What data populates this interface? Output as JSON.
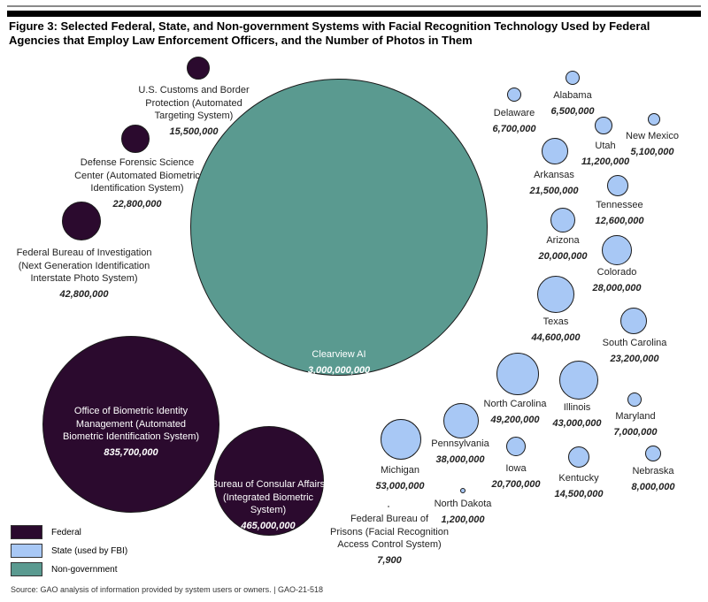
{
  "chart_data": {
    "type": "bubble",
    "title": "Figure 3: Selected Federal, State, and Non-government Systems with Facial Recognition Technology Used by Federal Agencies that Employ Law Enforcement Officers, and the Number of Photos in Them",
    "categories": [
      {
        "key": "federal",
        "label": "Federal",
        "color": "#2b0a2e"
      },
      {
        "key": "state",
        "label": "State (used by FBI)",
        "color": "#a8c8f5"
      },
      {
        "key": "nongov",
        "label": "Non-government",
        "color": "#5a9a90"
      }
    ],
    "bubbles": [
      {
        "name": "Clearview AI",
        "value_label": "3,000,000,000",
        "value": 3000000000,
        "category": "nongov"
      },
      {
        "name": "Office of Biometric Identity Management (Automated Biometric Identification System)",
        "value_label": "835,700,000",
        "value": 835700000,
        "category": "federal"
      },
      {
        "name": "Bureau of Consular Affairs (Integrated Biometric System)",
        "value_label": "465,000,000",
        "value": 465000000,
        "category": "federal"
      },
      {
        "name": "Federal Bureau of Investigation (Next Generation Identification Interstate Photo System)",
        "value_label": "42,800,000",
        "value": 42800000,
        "category": "federal"
      },
      {
        "name": "Defense Forensic Science Center (Automated Biometric Identification System)",
        "value_label": "22,800,000",
        "value": 22800000,
        "category": "federal"
      },
      {
        "name": "U.S. Customs and Border Protection (Automated Targeting System)",
        "value_label": "15,500,000",
        "value": 15500000,
        "category": "federal"
      },
      {
        "name": "Federal Bureau of Prisons (Facial Recognition Access Control System)",
        "value_label": "7,900",
        "value": 7900,
        "category": "federal"
      },
      {
        "name": "Alabama",
        "value_label": "6,500,000",
        "value": 6500000,
        "category": "state"
      },
      {
        "name": "Delaware",
        "value_label": "6,700,000",
        "value": 6700000,
        "category": "state"
      },
      {
        "name": "Utah",
        "value_label": "11,200,000",
        "value": 11200000,
        "category": "state"
      },
      {
        "name": "New Mexico",
        "value_label": "5,100,000",
        "value": 5100000,
        "category": "state"
      },
      {
        "name": "Arkansas",
        "value_label": "21,500,000",
        "value": 21500000,
        "category": "state"
      },
      {
        "name": "Tennessee",
        "value_label": "12,600,000",
        "value": 12600000,
        "category": "state"
      },
      {
        "name": "Arizona",
        "value_label": "20,000,000",
        "value": 20000000,
        "category": "state"
      },
      {
        "name": "Colorado",
        "value_label": "28,000,000",
        "value": 28000000,
        "category": "state"
      },
      {
        "name": "Texas",
        "value_label": "44,600,000",
        "value": 44600000,
        "category": "state"
      },
      {
        "name": "South Carolina",
        "value_label": "23,200,000",
        "value": 23200000,
        "category": "state"
      },
      {
        "name": "North Carolina",
        "value_label": "49,200,000",
        "value": 49200000,
        "category": "state"
      },
      {
        "name": "Illinois",
        "value_label": "43,000,000",
        "value": 43000000,
        "category": "state"
      },
      {
        "name": "Maryland",
        "value_label": "7,000,000",
        "value": 7000000,
        "category": "state"
      },
      {
        "name": "Pennsylvania",
        "value_label": "38,000,000",
        "value": 38000000,
        "category": "state"
      },
      {
        "name": "Michigan",
        "value_label": "53,000,000",
        "value": 53000000,
        "category": "state"
      },
      {
        "name": "Iowa",
        "value_label": "20,700,000",
        "value": 20700000,
        "category": "state"
      },
      {
        "name": "Kentucky",
        "value_label": "14,500,000",
        "value": 14500000,
        "category": "state"
      },
      {
        "name": "Nebraska",
        "value_label": "8,000,000",
        "value": 8000000,
        "category": "state"
      },
      {
        "name": "North Dakota",
        "value_label": "1,200,000",
        "value": 1200000,
        "category": "state"
      }
    ],
    "source": "Source: GAO analysis of information provided by system users or owners.  |  GAO-21-518"
  }
}
